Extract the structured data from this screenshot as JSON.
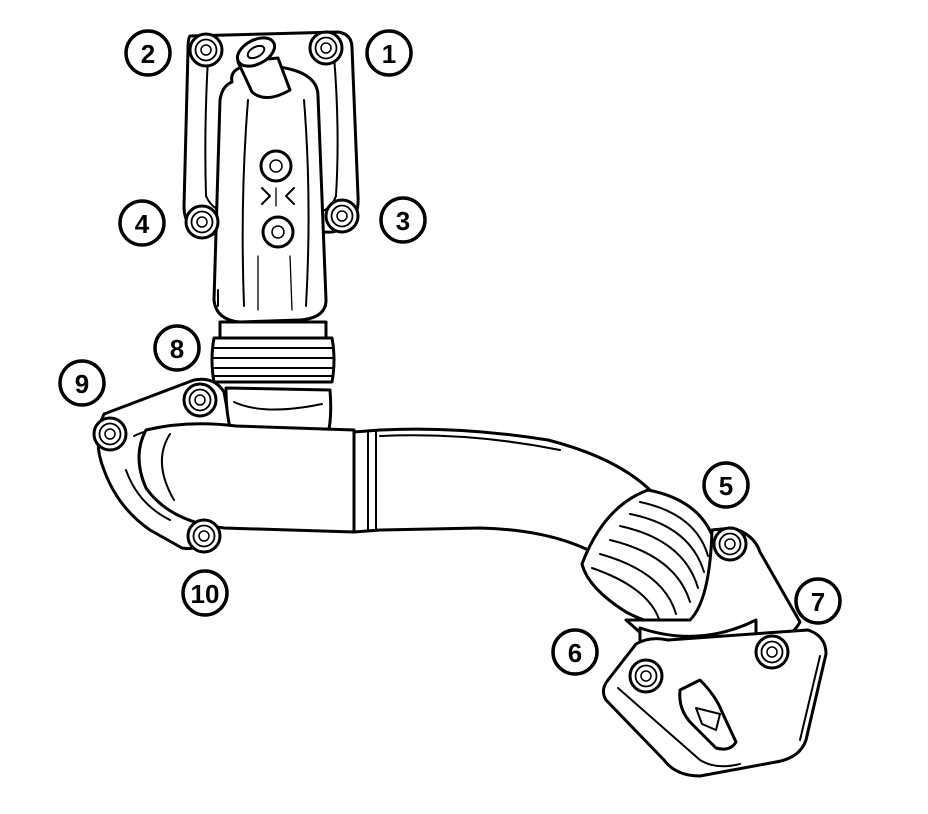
{
  "callouts": [
    {
      "id": "1",
      "label": "1"
    },
    {
      "id": "2",
      "label": "2"
    },
    {
      "id": "3",
      "label": "3"
    },
    {
      "id": "4",
      "label": "4"
    },
    {
      "id": "5",
      "label": "5"
    },
    {
      "id": "6",
      "label": "6"
    },
    {
      "id": "7",
      "label": "7"
    },
    {
      "id": "8",
      "label": "8"
    },
    {
      "id": "9",
      "label": "9"
    },
    {
      "id": "10",
      "label": "10"
    }
  ],
  "colors": {
    "line": "#000000",
    "fill": "#ffffff"
  }
}
